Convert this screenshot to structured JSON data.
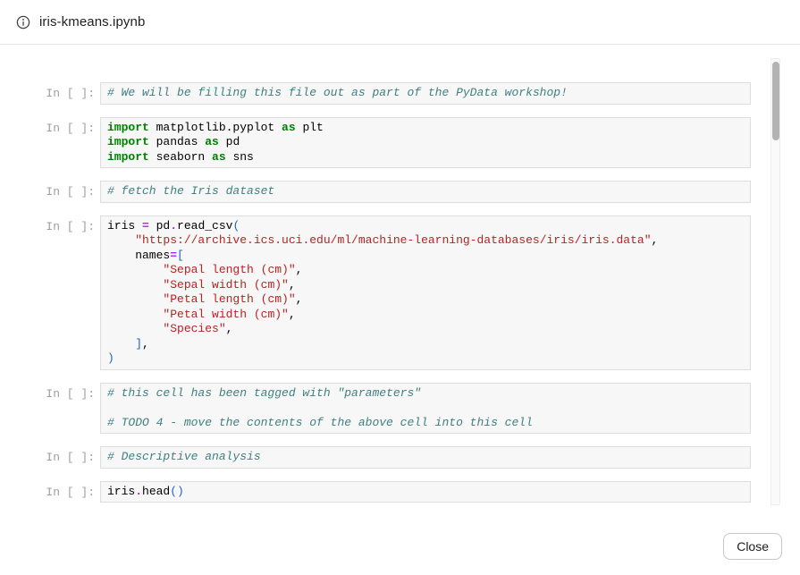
{
  "header": {
    "title": "iris-kmeans.ipynb",
    "icon": "info-circle-icon"
  },
  "footer": {
    "close_label": "Close"
  },
  "notebook": {
    "prompt_label": "In [ ]:",
    "cells": [
      {
        "lines": [
          [
            [
              "cm",
              "# We will be filling this file out as part of the PyData workshop!"
            ]
          ]
        ]
      },
      {
        "lines": [
          [
            [
              "kw",
              "import"
            ],
            [
              "tx",
              " matplotlib.pyplot "
            ],
            [
              "kw",
              "as"
            ],
            [
              "tx",
              " plt"
            ]
          ],
          [
            [
              "kw",
              "import"
            ],
            [
              "tx",
              " pandas "
            ],
            [
              "kw",
              "as"
            ],
            [
              "tx",
              " pd"
            ]
          ],
          [
            [
              "kw",
              "import"
            ],
            [
              "tx",
              " seaborn "
            ],
            [
              "kw",
              "as"
            ],
            [
              "tx",
              " sns"
            ]
          ]
        ]
      },
      {
        "lines": [
          [
            [
              "cm",
              "# fetch the Iris dataset"
            ]
          ]
        ]
      },
      {
        "lines": [
          [
            [
              "tx",
              "iris "
            ],
            [
              "op",
              "="
            ],
            [
              "tx",
              " pd"
            ],
            [
              "op",
              "."
            ],
            [
              "tx",
              "read_csv"
            ],
            [
              "p",
              "("
            ]
          ],
          [
            [
              "tx",
              "    "
            ],
            [
              "st",
              "\"https://archive.ics.uci.edu/ml/machine-learning-databases/iris/iris.data\""
            ],
            [
              "tx",
              ","
            ]
          ],
          [
            [
              "tx",
              "    names"
            ],
            [
              "op",
              "="
            ],
            [
              "p",
              "["
            ]
          ],
          [
            [
              "tx",
              "        "
            ],
            [
              "st",
              "\"Sepal length (cm)\""
            ],
            [
              "tx",
              ","
            ]
          ],
          [
            [
              "tx",
              "        "
            ],
            [
              "st",
              "\"Sepal width (cm)\""
            ],
            [
              "tx",
              ","
            ]
          ],
          [
            [
              "tx",
              "        "
            ],
            [
              "st",
              "\"Petal length (cm)\""
            ],
            [
              "tx",
              ","
            ]
          ],
          [
            [
              "tx",
              "        "
            ],
            [
              "st",
              "\"Petal width (cm)\""
            ],
            [
              "tx",
              ","
            ]
          ],
          [
            [
              "tx",
              "        "
            ],
            [
              "st",
              "\"Species\""
            ],
            [
              "tx",
              ","
            ]
          ],
          [
            [
              "tx",
              "    "
            ],
            [
              "p",
              "]"
            ],
            [
              "tx",
              ","
            ]
          ],
          [
            [
              "p",
              ")"
            ]
          ]
        ]
      },
      {
        "lines": [
          [
            [
              "cm",
              "# this cell has been tagged with \"parameters\""
            ]
          ],
          [],
          [
            [
              "cm",
              "# TODO 4 - move the contents of the above cell into this cell"
            ]
          ]
        ]
      },
      {
        "lines": [
          [
            [
              "cm",
              "# Descriptive analysis"
            ]
          ]
        ]
      },
      {
        "lines": [
          [
            [
              "tx",
              "iris"
            ],
            [
              "op",
              "."
            ],
            [
              "tx",
              "head"
            ],
            [
              "p",
              "()"
            ]
          ]
        ]
      }
    ]
  },
  "syntax_colors": {
    "kw": "#008000",
    "op": "#aa22ff",
    "st": "#ba2121",
    "cm": "#408080",
    "p": "#1e62c8",
    "tx": "#000000"
  },
  "ui_colors": {
    "cell_background": "#f7f7f7",
    "cell_border": "#dedede",
    "prompt_text": "#9e9e9e",
    "header_border": "#e7e7e7",
    "scrollbar_thumb": "#b3b3b3",
    "close_border": "#c6c6c6"
  }
}
